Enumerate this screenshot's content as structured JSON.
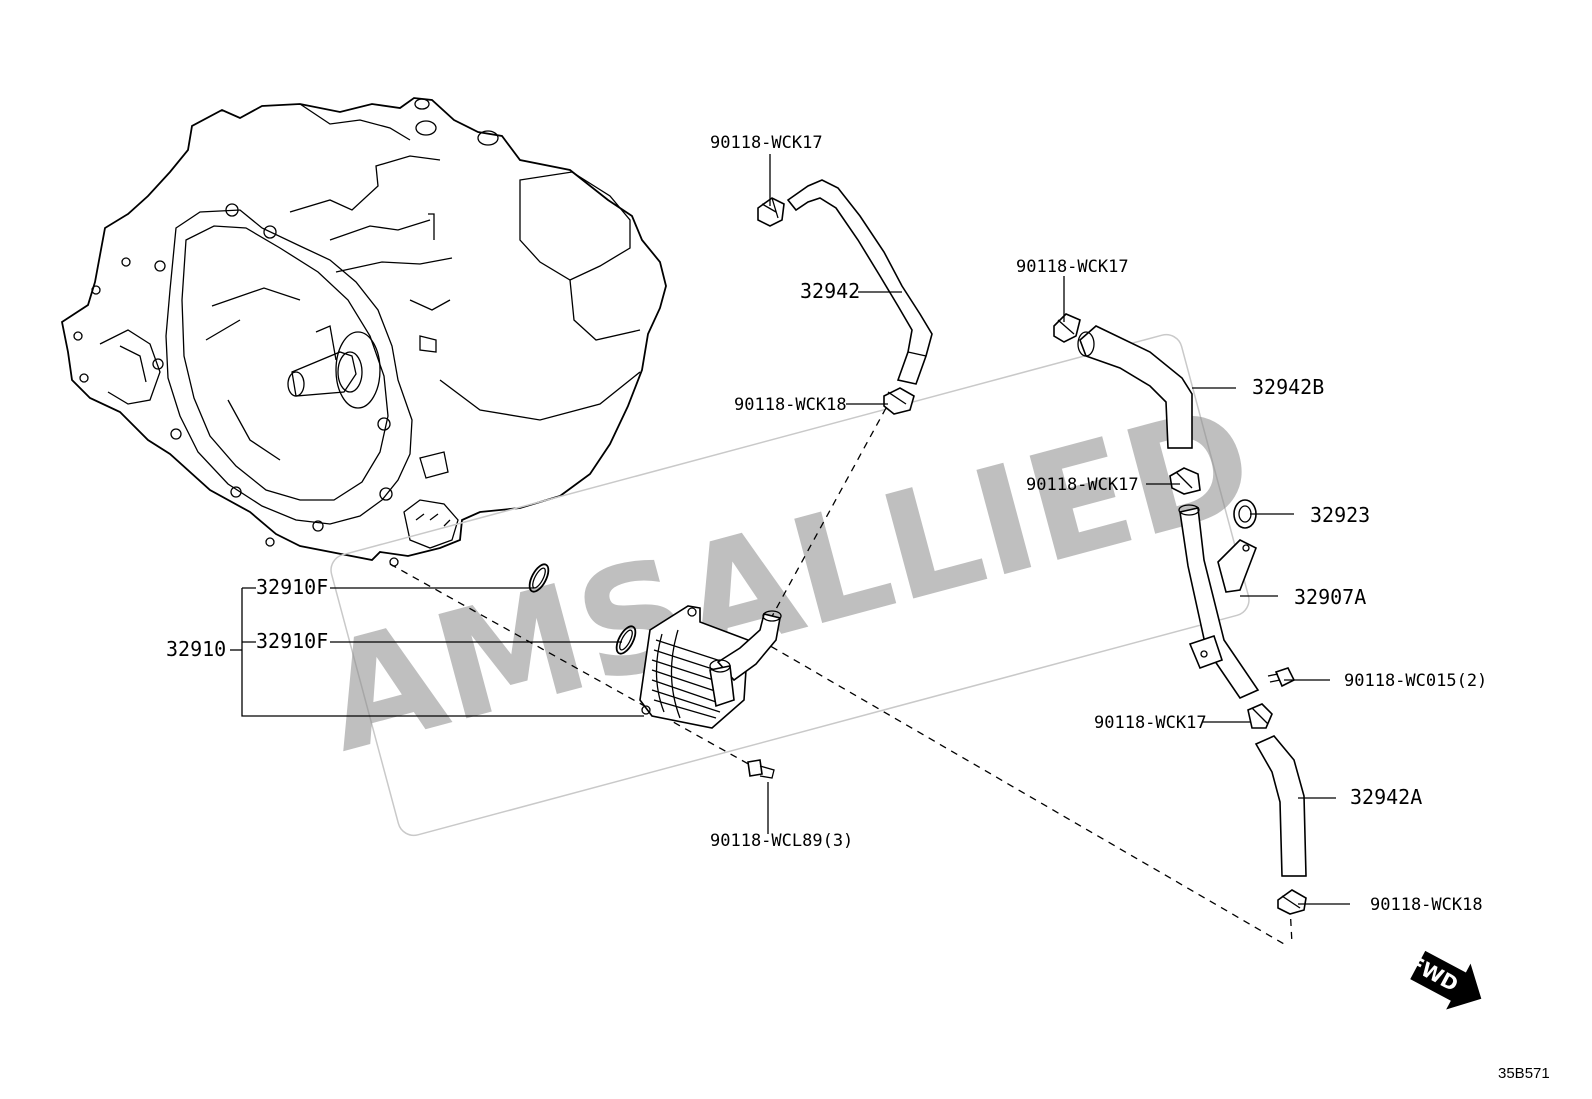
{
  "watermark": {
    "text": "AMSALLIED"
  },
  "figure_code": "35B571",
  "fwd_label": "FWD",
  "labels": {
    "clamp_top": "90118-WCK17",
    "hose_upper": "32942",
    "clamp_upper_lower": "90118-WCK18",
    "clamp_right_top": "90118-WCK17",
    "hose_b": "32942B",
    "clamp_right_mid": "90118-WCK17",
    "grommet": "32923",
    "pipe": "32907A",
    "bolt_pipe": "90118-WC015(2)",
    "clamp_right_low": "90118-WCK17",
    "hose_a": "32942A",
    "clamp_bottom": "90118-WCK18",
    "gasket_1": "32910F",
    "gasket_2": "32910F",
    "cooler": "32910",
    "bolt_cooler": "90118-WCL89(3)"
  }
}
